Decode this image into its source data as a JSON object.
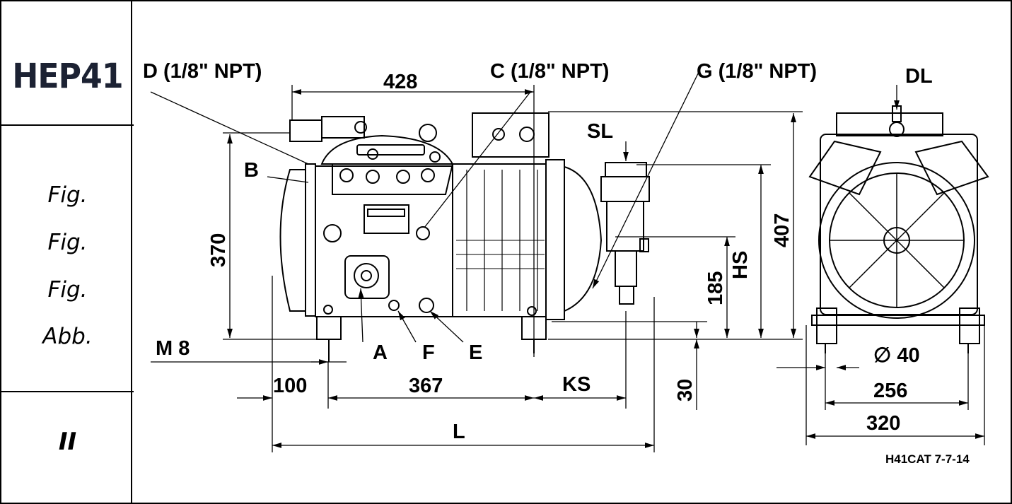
{
  "sidebar": {
    "model": "HEP41",
    "fig_labels": [
      "Fig.",
      "Fig.",
      "Fig.",
      "Abb."
    ],
    "roman": "II"
  },
  "labels": {
    "d_port": "D (1/8\" NPT)",
    "c_port": "C (1/8\" NPT)",
    "g_port": "G (1/8\" NPT)",
    "dl": "DL",
    "sl": "SL",
    "b": "B",
    "a": "A",
    "f": "F",
    "e": "E",
    "m8": "M  8",
    "hs": "HS",
    "ks": "KS",
    "l": "L",
    "diameter": "∅  40"
  },
  "dimensions": {
    "d428": "428",
    "d370": "370",
    "d407": "407",
    "d185": "185",
    "d30": "30",
    "d100": "100",
    "d367": "367",
    "d256": "256",
    "d320": "320"
  },
  "drawing_code": "H41CAT 7-7-14"
}
